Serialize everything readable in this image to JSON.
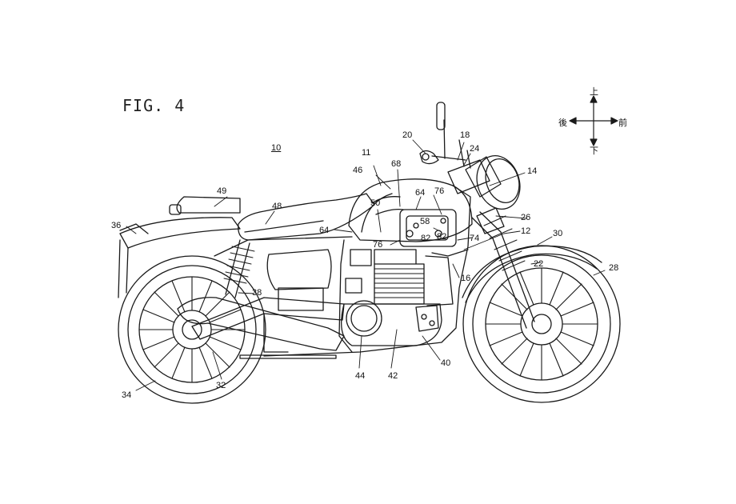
{
  "figure": {
    "title": "FIG. 4",
    "main_ref": "10"
  },
  "compass": {
    "up": "上",
    "down": "下",
    "front": "前",
    "rear": "後"
  },
  "refs": {
    "r11": "11",
    "r12": "12",
    "r14": "14",
    "r16": "16",
    "r18": "18",
    "r20": "20",
    "r22": "22",
    "r24": "24",
    "r26": "26",
    "r28": "28",
    "r30": "30",
    "r32": "32",
    "r34": "34",
    "r36": "36",
    "r38": "38",
    "r40": "40",
    "r42": "42",
    "r44": "44",
    "r46": "46",
    "r48": "48",
    "r49": "49",
    "r50": "50",
    "r58": "58",
    "r64a": "64",
    "r64b": "64",
    "r68": "68",
    "r74": "74",
    "r76a": "76",
    "r76b": "76",
    "r82a": "82",
    "r82b": "82"
  }
}
